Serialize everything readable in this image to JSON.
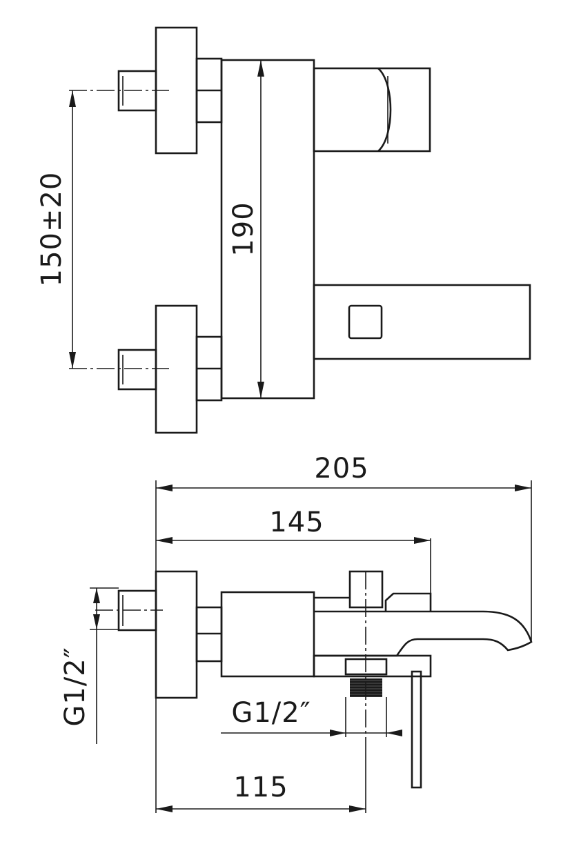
{
  "dimensions": {
    "inlet_spacing": "150±20",
    "body_height": "190",
    "overall_depth": "205",
    "spout_depth": "145",
    "inlet_thread": "G1/2″",
    "outlet_thread": "G1/2″",
    "wall_to_outlet": "115"
  }
}
